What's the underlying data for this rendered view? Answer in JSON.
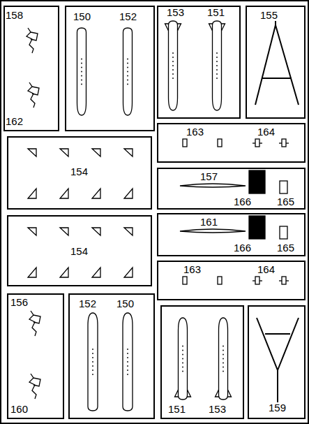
{
  "diagram": {
    "nodes": [
      {
        "text": [
          "158",
          "162"
        ]
      },
      {
        "text": [
          "150",
          "152"
        ]
      },
      {
        "text": [
          "153",
          "151"
        ]
      },
      {
        "text": [
          "155"
        ]
      },
      {
        "text": [
          "163",
          "164"
        ]
      },
      {
        "text": [
          "154"
        ]
      },
      {
        "text": [
          "157",
          "166",
          "165"
        ]
      },
      {
        "text": [
          "154"
        ]
      },
      {
        "text": [
          "161",
          "166",
          "165"
        ]
      },
      {
        "text": [
          "163",
          "164"
        ]
      },
      {
        "text": [
          "156",
          "160"
        ]
      },
      {
        "text": [
          "152",
          "150"
        ]
      },
      {
        "text": [
          "151",
          "153"
        ]
      },
      {
        "text": [
          "159"
        ]
      }
    ]
  }
}
